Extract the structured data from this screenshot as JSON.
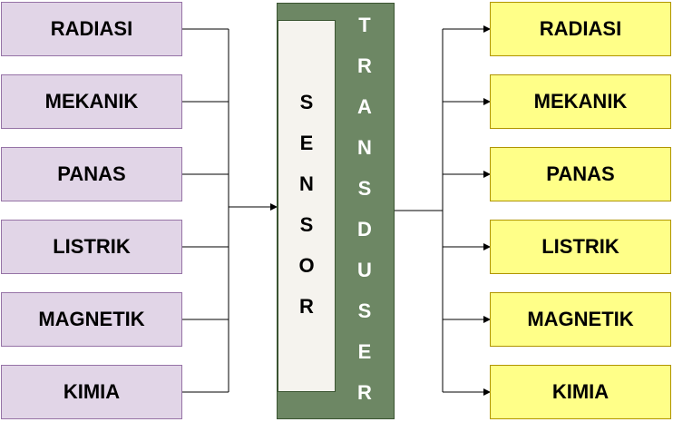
{
  "inputs": [
    {
      "label": "RADIASI"
    },
    {
      "label": "MEKANIK"
    },
    {
      "label": "PANAS"
    },
    {
      "label": "LISTRIK"
    },
    {
      "label": "MAGNETIK"
    },
    {
      "label": "KIMIA"
    }
  ],
  "outputs": [
    {
      "label": "RADIASI"
    },
    {
      "label": "MEKANIK"
    },
    {
      "label": "PANAS"
    },
    {
      "label": "LISTRIK"
    },
    {
      "label": "MAGNETIK"
    },
    {
      "label": "KIMIA"
    }
  ],
  "device": {
    "sensor_label": "SENSOR",
    "transducer_label": "TRANSDUSER"
  },
  "colors": {
    "input_fill": "#e1d5e7",
    "input_border": "#9673a6",
    "output_fill": "#ffff88",
    "output_border": "#b09500",
    "transducer_fill": "#6d8764",
    "sensor_fill": "#f5f3ee"
  }
}
